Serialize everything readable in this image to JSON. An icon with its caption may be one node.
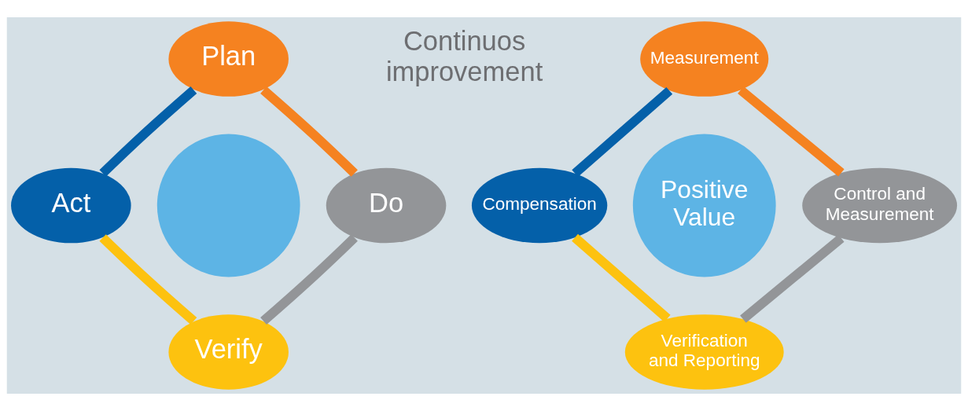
{
  "diagram": {
    "nodes": [
      {
        "text": [
          "Plan"
        ]
      },
      {
        "text": [
          "Act"
        ]
      },
      {
        "text": [],
        "shape": "circle"
      },
      {
        "text": [
          "Do"
        ]
      },
      {
        "text": [
          "Verify"
        ]
      },
      {
        "text": [
          "Measurement"
        ]
      },
      {
        "text": [
          "Compensation"
        ]
      },
      {
        "text": [
          "Positive Value"
        ]
      },
      {
        "text": [
          "Control and Measurement"
        ]
      },
      {
        "text": [
          "Verification and Reporting"
        ]
      }
    ],
    "edges": [
      {
        "from": 0,
        "to": 3,
        "arrow": "none",
        "color": "#f58220"
      },
      {
        "from": 3,
        "to": 4,
        "arrow": "none",
        "color": "#939598"
      },
      {
        "from": 4,
        "to": 1,
        "arrow": "none",
        "color": "#fdc20f"
      },
      {
        "from": 1,
        "to": 0,
        "arrow": "none",
        "color": "#0460a9"
      },
      {
        "from": 5,
        "to": 8,
        "arrow": "none",
        "color": "#f58220"
      },
      {
        "from": 8,
        "to": 9,
        "arrow": "none",
        "color": "#939598"
      },
      {
        "from": 9,
        "to": 6,
        "arrow": "none",
        "color": "#fdc20f"
      },
      {
        "from": 6,
        "to": 5,
        "arrow": "none",
        "color": "#0460a9"
      }
    ],
    "labels": [
      "Continuos improvement"
    ]
  }
}
